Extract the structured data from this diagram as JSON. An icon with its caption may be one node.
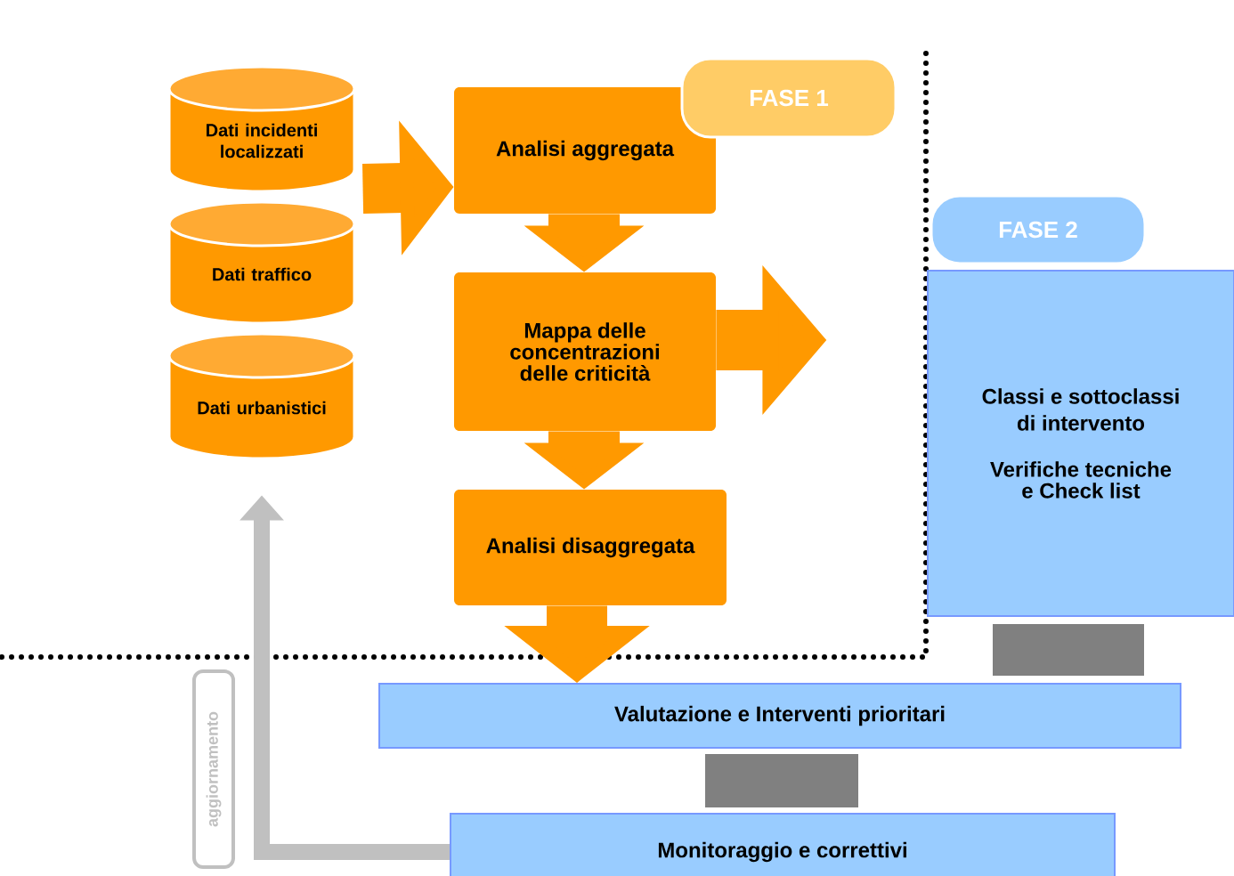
{
  "diagram": {
    "nodes": [
      {
        "text": [
          "Dati incidenti localizzati"
        ]
      },
      {
        "text": [
          "Dati traffico"
        ]
      },
      {
        "text": [
          "Dati urbanistici"
        ]
      },
      {
        "text": [
          "Analisi aggregata"
        ]
      },
      {
        "text": [
          "FASE 1"
        ]
      },
      {
        "text": [
          "Mappa delle concentrazioni delle criticità"
        ]
      },
      {
        "text": [
          "Analisi disaggregata"
        ]
      },
      {
        "text": [
          "FASE 2"
        ]
      },
      {
        "text": [
          "Classi e sottoclassi di intervento",
          "Verifiche tecniche e Check list"
        ]
      },
      {
        "text": [
          "Valutazione e Interventi prioritari"
        ]
      },
      {
        "text": [
          "Monitoraggio e correttivi"
        ]
      }
    ],
    "edges": [
      {
        "from": 0,
        "to": 3,
        "arrow": "to"
      },
      {
        "from": 3,
        "to": 5,
        "arrow": "to"
      },
      {
        "from": 5,
        "to": null,
        "arrow": "to"
      },
      {
        "from": 5,
        "to": 6,
        "arrow": "to"
      },
      {
        "from": 6,
        "to": 9,
        "arrow": "to"
      },
      {
        "from": 8,
        "to": 9,
        "arrow": "none",
        "style": "thick",
        "color": "#808080"
      },
      {
        "from": 9,
        "to": 10,
        "arrow": "none",
        "style": "thick",
        "color": "#808080"
      },
      {
        "from": 10,
        "to": 2,
        "arrow": "to",
        "label": "aggiornamento",
        "color": "#c0c0c0"
      }
    ]
  }
}
